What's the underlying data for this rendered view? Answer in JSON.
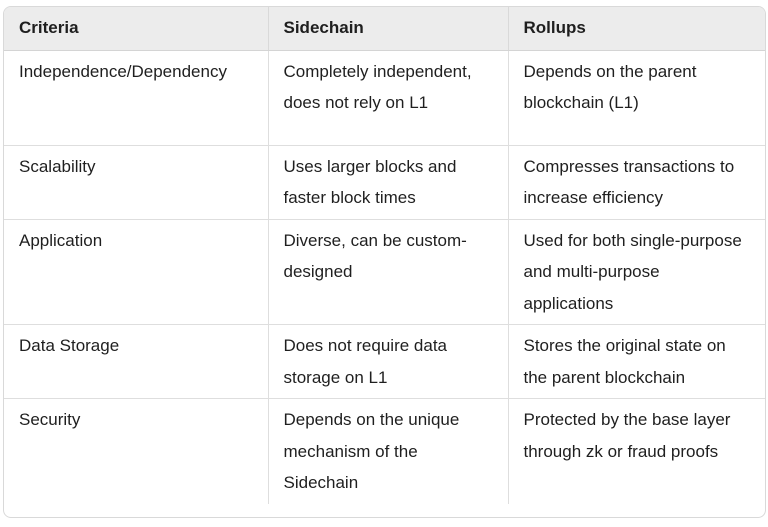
{
  "table": {
    "headers": [
      "Criteria",
      "Sidechain",
      "Rollups"
    ],
    "rows": [
      {
        "criteria": "Independence/Dependency",
        "sidechain": "Completely independent, does not rely on L1",
        "rollups": "Depends on the parent blockchain (L1)"
      },
      {
        "criteria": "Scalability",
        "sidechain": "Uses larger blocks and faster block times",
        "rollups": "Compresses transactions to increase efficiency"
      },
      {
        "criteria": "Application",
        "sidechain": "Diverse, can be custom-designed",
        "rollups": "Used for both single-purpose and multi-purpose applications"
      },
      {
        "criteria": "Data Storage",
        "sidechain": "Does not require data storage on L1",
        "rollups": "Stores the original state on the parent blockchain"
      },
      {
        "criteria": "Security",
        "sidechain": "Depends on the unique mechanism of the Sidechain",
        "rollups": "Protected by the base layer through zk or fraud proofs"
      }
    ]
  }
}
